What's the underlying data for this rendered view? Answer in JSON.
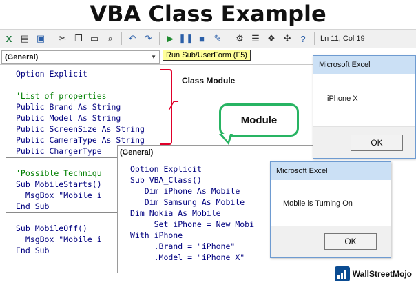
{
  "title": "VBA Class Example",
  "toolbar": {
    "status": "Ln 11, Col 19",
    "icons": [
      "excel-icon",
      "insert-module-icon",
      "save-icon",
      "cut-icon",
      "copy-icon",
      "paste-icon",
      "find-icon",
      "undo-icon",
      "redo-icon",
      "run-icon",
      "break-icon",
      "reset-icon",
      "design-mode-icon",
      "project-explorer-icon",
      "properties-icon",
      "object-browser-icon",
      "toolbox-icon",
      "help-icon"
    ]
  },
  "class_module": {
    "combo_label": "(General)",
    "lines": [
      {
        "text": "Option Explicit",
        "type": "kw"
      },
      {
        "text": "",
        "type": "kw"
      },
      {
        "text": "'List of properties",
        "type": "cmt"
      },
      {
        "text": "Public Brand As String",
        "type": "kw"
      },
      {
        "text": "Public Model As String",
        "type": "kw"
      },
      {
        "text": "Public ScreenSize As String",
        "type": "kw"
      },
      {
        "text": "Public CameraType As String",
        "type": "kw"
      },
      {
        "text": "Public ChargerType",
        "type": "kw"
      },
      {
        "text": "",
        "type": "kw"
      },
      {
        "text": "'Possible Techniqu",
        "type": "cmt"
      },
      {
        "text": "Sub MobileStarts()",
        "type": "kw"
      },
      {
        "text": "  MsgBox \"Mobile i",
        "type": "kw"
      },
      {
        "text": "End Sub",
        "type": "kw"
      },
      {
        "text": "",
        "type": "kw"
      },
      {
        "text": "Sub MobileOff()",
        "type": "kw"
      },
      {
        "text": "  MsgBox \"Mobile i",
        "type": "kw"
      },
      {
        "text": "End Sub",
        "type": "kw"
      }
    ]
  },
  "tooltip": "Run Sub/UserForm (F5)",
  "annotations": {
    "class_module": "Class Module",
    "module": "Module"
  },
  "module": {
    "combo_label": "(General)",
    "lines": [
      {
        "text": "Option Explicit",
        "type": "kw"
      },
      {
        "text": "Sub VBA_Class()",
        "type": "kw"
      },
      {
        "text": "   Dim iPhone As Mobile",
        "type": "kw"
      },
      {
        "text": "   Dim Samsung As Mobile",
        "type": "kw"
      },
      {
        "text": "Dim Nokia As Mobile",
        "type": "kw"
      },
      {
        "text": "     Set iPhone = New Mobi",
        "type": "kw"
      },
      {
        "text": "With iPhone",
        "type": "kw"
      },
      {
        "text": "     .Brand = \"iPhone\"",
        "type": "kw"
      },
      {
        "text": "     .Model = \"iPhone X\"",
        "type": "kw"
      }
    ]
  },
  "dialog1": {
    "title": "Microsoft Excel",
    "message": "iPhone X",
    "ok": "OK"
  },
  "dialog2": {
    "title": "Microsoft Excel",
    "message": "Mobile is Turning On",
    "ok": "OK"
  },
  "brand": "WallStreetMojo"
}
